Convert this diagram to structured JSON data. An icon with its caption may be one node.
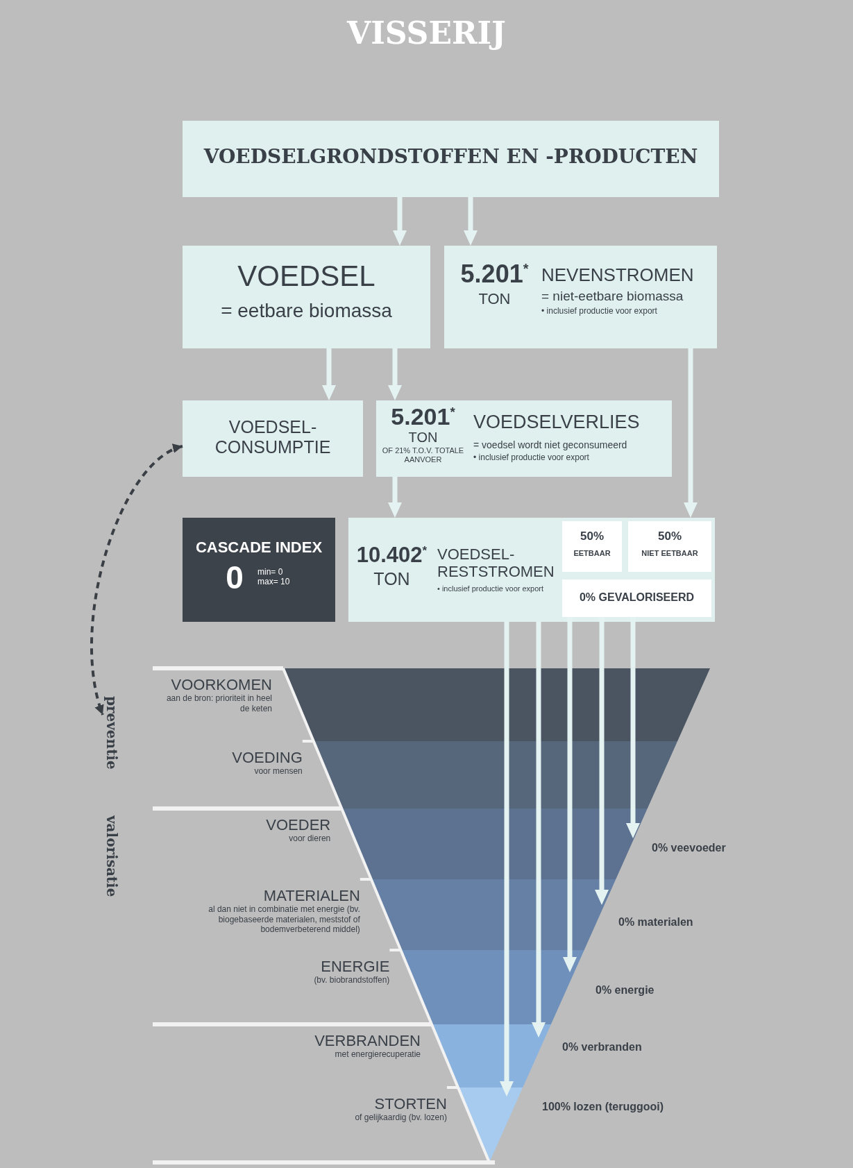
{
  "diagram": {
    "title": "VISSERIJ",
    "nodes": [
      {
        "text": [
          "VOEDSELGRONDSTOFFEN EN -PRODUCTEN"
        ]
      },
      {
        "text": [
          "VOEDSEL",
          "= eetbare biomassa"
        ]
      },
      {
        "text": [
          "5.201$^{*}$",
          "TON",
          "NEVENSTROMEN",
          "= niet-eetbare biomassa",
          "• inclusief productie voor export"
        ]
      },
      {
        "text": [
          "VOEDSEL- CONSUMPTIE"
        ]
      },
      {
        "text": [
          "5.201$^{*}$",
          "TON",
          "OF 21% T.O.V. TOTALE AANVOER",
          "VOEDSELVERLIES",
          "= voedsel wordt niet geconsumeerd",
          "• inclusief productie voor export"
        ]
      },
      {
        "text": [
          "CASCADE INDEX",
          "0",
          "min= 0 max= 10"
        ]
      },
      {
        "text": [
          "10.402$^{*}$",
          "TON",
          "VOEDSEL- RESTSTROMEN",
          "• inclusief productie voor export"
        ]
      },
      {
        "text": [
          "50%",
          "EETBAAR"
        ],
        "in": 6
      },
      {
        "text": [
          "50%",
          "NIET EETBAAR"
        ],
        "in": 6
      },
      {
        "text": [
          "0% GEVALORISEERD"
        ],
        "in": 6
      },
      {
        "text": [
          "preventie"
        ]
      },
      {
        "text": [
          "VOORKOMEN",
          "aan de bron: prioriteit in heel de keten"
        ]
      },
      {
        "text": [
          "VOEDING",
          "voor mensen"
        ]
      },
      {
        "text": [
          "VOEDER",
          "voor dieren"
        ]
      },
      {
        "text": [
          "MATERIALEN",
          "al dan niet in combinatie met energie (bv. biogebaseerde materialen, meststof of bodemverbeterend middel)"
        ]
      },
      {
        "text": [
          "ENERGIE",
          "(bv. biobrandstoffen)"
        ]
      },
      {
        "text": [
          "VERBRANDEN",
          "met energierecuperatie"
        ]
      },
      {
        "text": [
          "STORTEN",
          "of gelijkaardig (bv. lozen)"
        ]
      },
      {
        "text": [
          "0% veevoeder"
        ]
      },
      {
        "text": [
          "0% materialen"
        ]
      },
      {
        "text": [
          "0% energie"
        ]
      },
      {
        "text": [
          "0% verbranden"
        ]
      },
      {
        "text": [
          "100% lozen (teruggooi)"
        ]
      }
    ],
    "edges": [
      {
        "from": 0,
        "to": 1,
        "arrow": "to"
      },
      {
        "from": 0,
        "to": 2,
        "arrow": "to"
      },
      {
        "from": 1,
        "to": 3,
        "arrow": "to"
      },
      {
        "from": 1,
        "to": 4,
        "arrow": "to"
      },
      {
        "from": 4,
        "to": 6,
        "arrow": "to"
      },
      {
        "from": 2,
        "to": 6,
        "arrow": "to"
      },
      {
        "from": 3,
        "to": 10,
        "arrow": "both",
        "style": "dashed",
        "color": "#3a3f45"
      },
      {
        "from": 6,
        "to": 22,
        "arrow": "to"
      },
      {
        "from": 6,
        "to": 21,
        "arrow": "to"
      },
      {
        "from": 9,
        "to": 20,
        "arrow": "to"
      },
      {
        "from": 9,
        "to": 19,
        "arrow": "to"
      },
      {
        "from": 9,
        "to": 18,
        "arrow": "to"
      }
    ],
    "labels": [
      "valorisatie"
    ]
  }
}
